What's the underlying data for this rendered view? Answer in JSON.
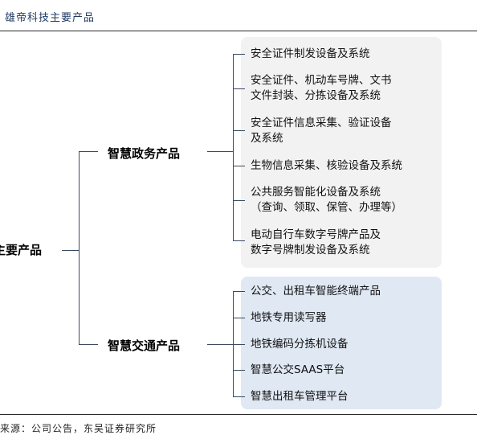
{
  "title": "雄帝科技主要产品",
  "root": "主要产品",
  "categories": [
    {
      "name": "智慧政务产品",
      "items": [
        "安全证件制发设备及系统",
        "安全证件、机动车号牌、文书\n文件封装、分拣设备及系统",
        "安全证件信息采集、验证设备\n及系统",
        "生物信息采集、核验设备及系统",
        "公共服务智能化设备及系统\n（查询、领取、保管、办理等）",
        "电动自行车数字号牌产品及\n数字号牌制发设备及系统"
      ]
    },
    {
      "name": "智慧交通产品",
      "items": [
        "公交、出租车智能终端产品",
        "地铁专用读写器",
        "地铁编码分拣机设备",
        "智慧公交SAAS平台",
        "智慧出租车管理平台"
      ]
    }
  ],
  "source": "来源：公司公告，东吴证券研究所"
}
